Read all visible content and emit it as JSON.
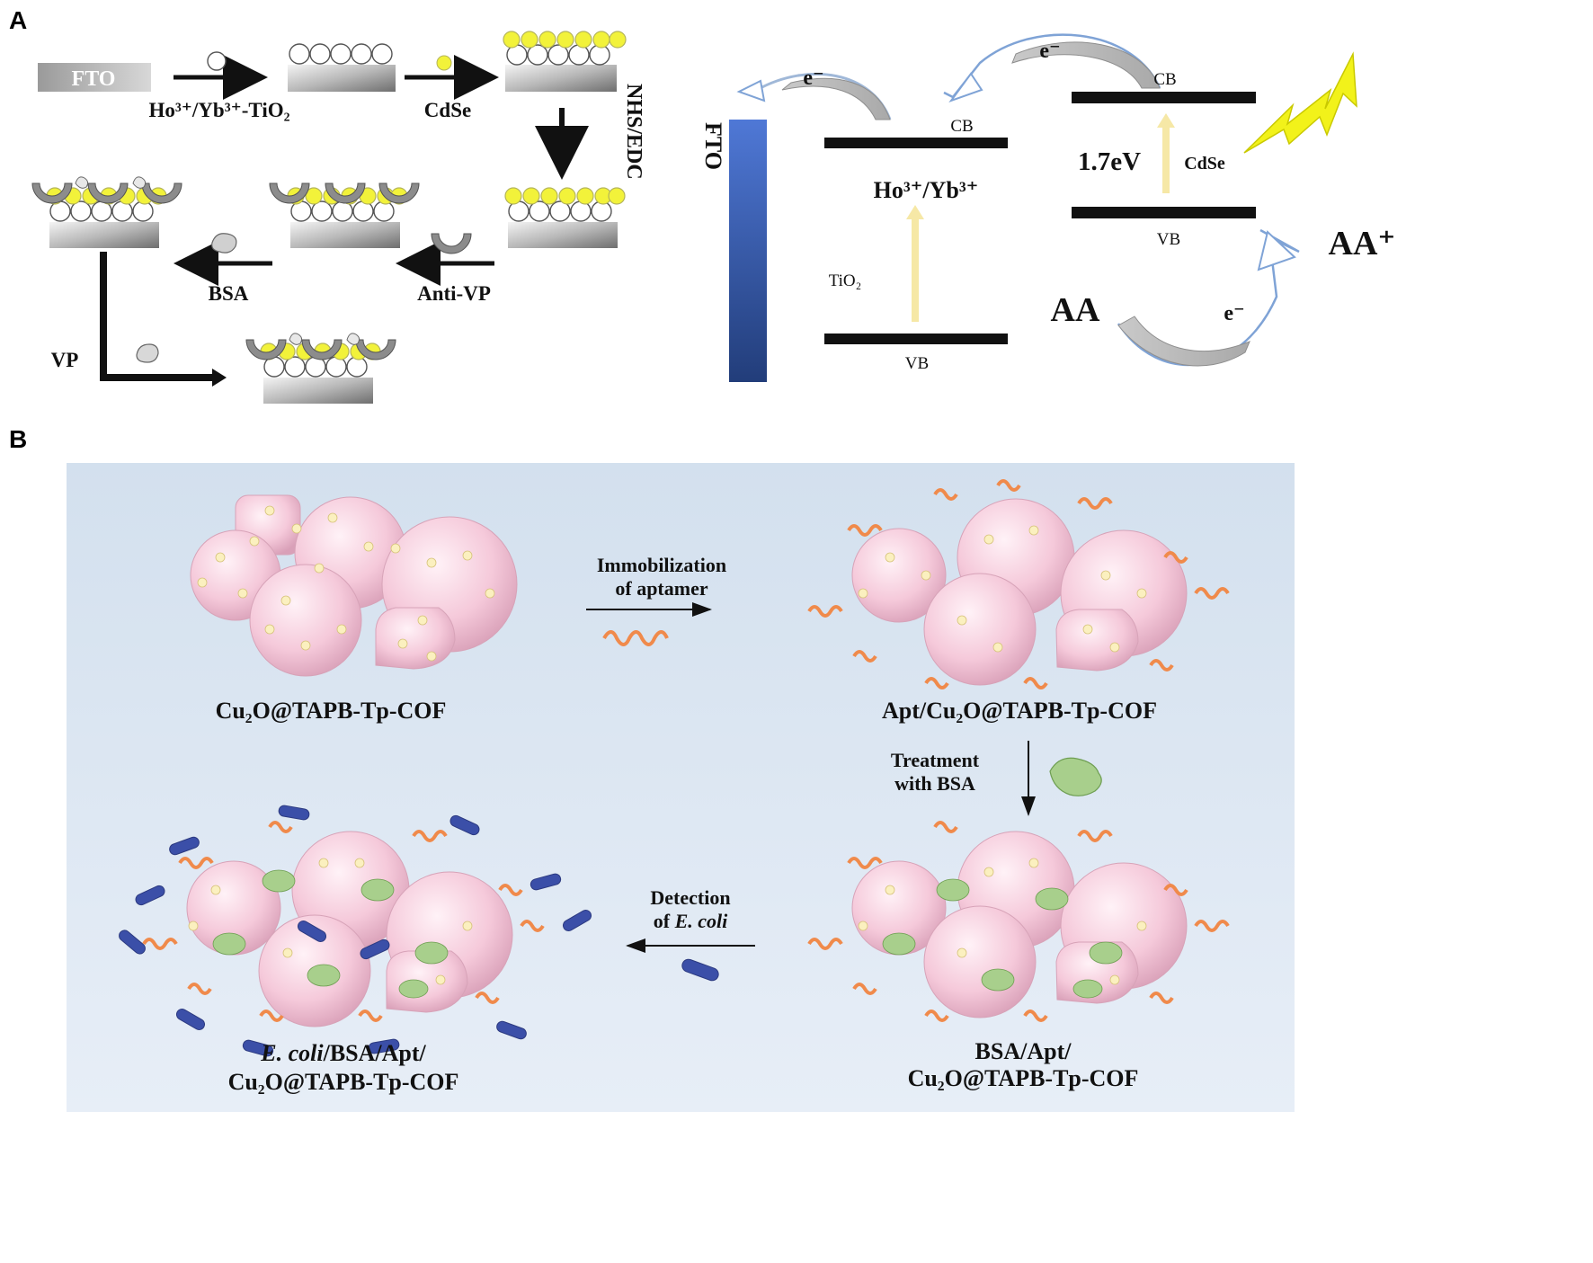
{
  "panel_a": {
    "label": "A",
    "workflow": {
      "fto": "FTO",
      "step1": "Ho³⁺/Yb³⁺-TiO₂",
      "step2": "CdSe",
      "step3": "NHS/EDC",
      "step4": "Anti-VP",
      "step5": "BSA",
      "step6": "VP"
    },
    "energy": {
      "fto": "FTO",
      "e1": "e⁻",
      "e2": "e⁻",
      "e3": "e⁻",
      "cb_tio2": "CB",
      "vb_tio2": "VB",
      "host": "Ho³⁺/Yb³⁺",
      "tio2": "TiO₂",
      "cb_cdse": "CB",
      "vb_cdse": "VB",
      "gap": "1.7eV",
      "cdse": "CdSe",
      "aa": "AA",
      "aa_plus": "AA⁺"
    }
  },
  "panel_b": {
    "label": "B",
    "material1": "Cu₂O@TAPB-Tp-COF",
    "material2": "Apt/Cu₂O@TAPB-Tp-COF",
    "material3_line1": "BSA/Apt/",
    "material3_line2": "Cu₂O@TAPB-Tp-COF",
    "material4_line1_italic": "E. coli",
    "material4_line1_rest": "/BSA/Apt/",
    "material4_line2": "Cu₂O@TAPB-Tp-COF",
    "step1_line1": "Immobilization",
    "step1_line2": "of aptamer",
    "step2_line1": "Treatment",
    "step2_line2": "with BSA",
    "step3_line1": "Detection",
    "step3_line2_prefix": "of ",
    "step3_line2_italic": "E. coli"
  },
  "colors": {
    "quantum_dot": "#f2f23a",
    "fto_bar": "#3a5fb0",
    "panel_b_bg": "#dce6f1",
    "sphere": "#f4c6d8",
    "aptamer": "#f08a4b",
    "ecoli": "#3b4fa8",
    "bsa": "#8dbf6a",
    "lightning": "#f2f21a"
  }
}
